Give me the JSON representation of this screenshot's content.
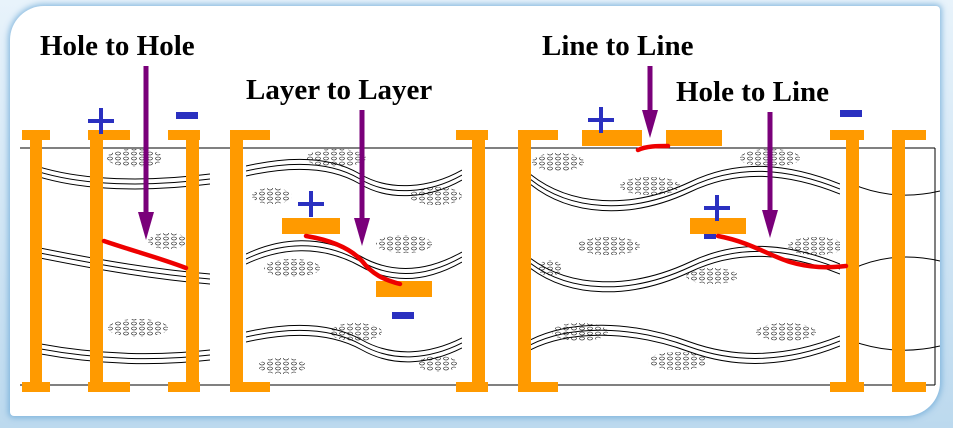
{
  "labels": {
    "hole_to_hole": "Hole to Hole",
    "layer_to_layer": "Layer to Layer",
    "line_to_line": "Line to Line",
    "hole_to_line": "Hole to Line"
  },
  "colors": {
    "copper": "#ff9a00",
    "path": "#ee0000",
    "arrow": "#7a007a",
    "polarity": "#2a30c0",
    "board_line": "#000000"
  }
}
